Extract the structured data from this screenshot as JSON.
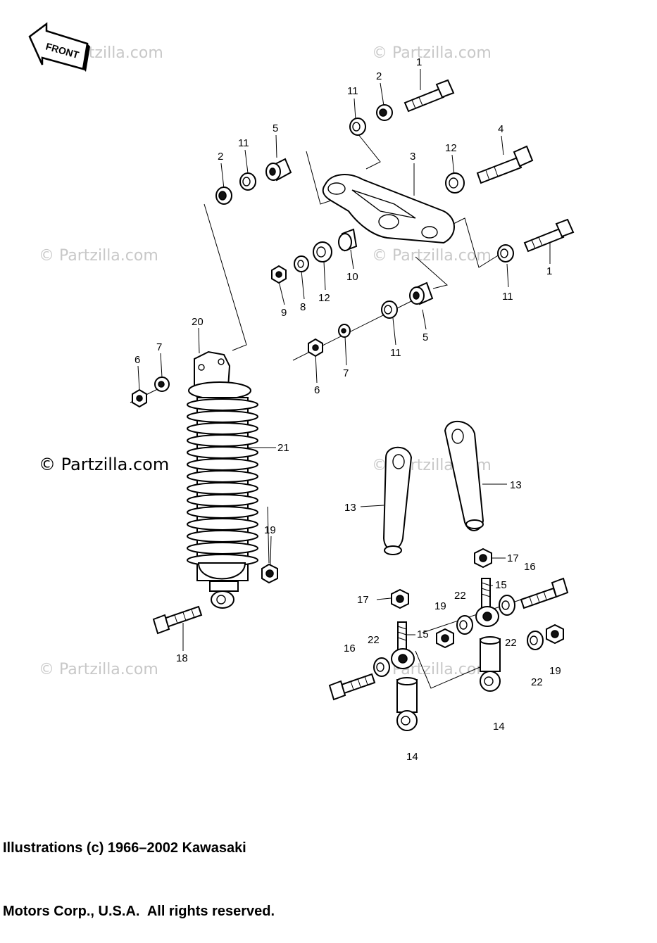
{
  "badge": {
    "front_label": "FRONT"
  },
  "watermarks": [
    "© Partzilla.com",
    "© Partzilla.com",
    "© Partzilla.com",
    "© Partzilla.com",
    "© Partzilla.com",
    "© Partzilla.com",
    "© Partzilla.com",
    "© Partzilla.com"
  ],
  "callouts": {
    "c1a": "1",
    "c1b": "1",
    "c2a": "2",
    "c2b": "2",
    "c3": "3",
    "c4": "4",
    "c5a": "5",
    "c5b": "5",
    "c6a": "6",
    "c6b": "6",
    "c7a": "7",
    "c7b": "7",
    "c8": "8",
    "c9": "9",
    "c10": "10",
    "c11a": "11",
    "c11b": "11",
    "c11c": "11",
    "c11d": "11",
    "c12a": "12",
    "c12b": "12",
    "c13a": "13",
    "c13b": "13",
    "c14a": "14",
    "c14b": "14",
    "c15a": "15",
    "c15b": "15",
    "c16a": "16",
    "c16b": "16",
    "c17a": "17",
    "c17b": "17",
    "c18": "18",
    "c19a": "19",
    "c19b": "19",
    "c19c": "19",
    "c20": "20",
    "c21": "21",
    "c22a": "22",
    "c22b": "22",
    "c22c": "22",
    "c22d": "22"
  },
  "caption": {
    "line1": "Illustrations (c) 1966–2002 Kawasaki",
    "line2": "Motors Corp., U.S.A.  All rights reserved."
  }
}
